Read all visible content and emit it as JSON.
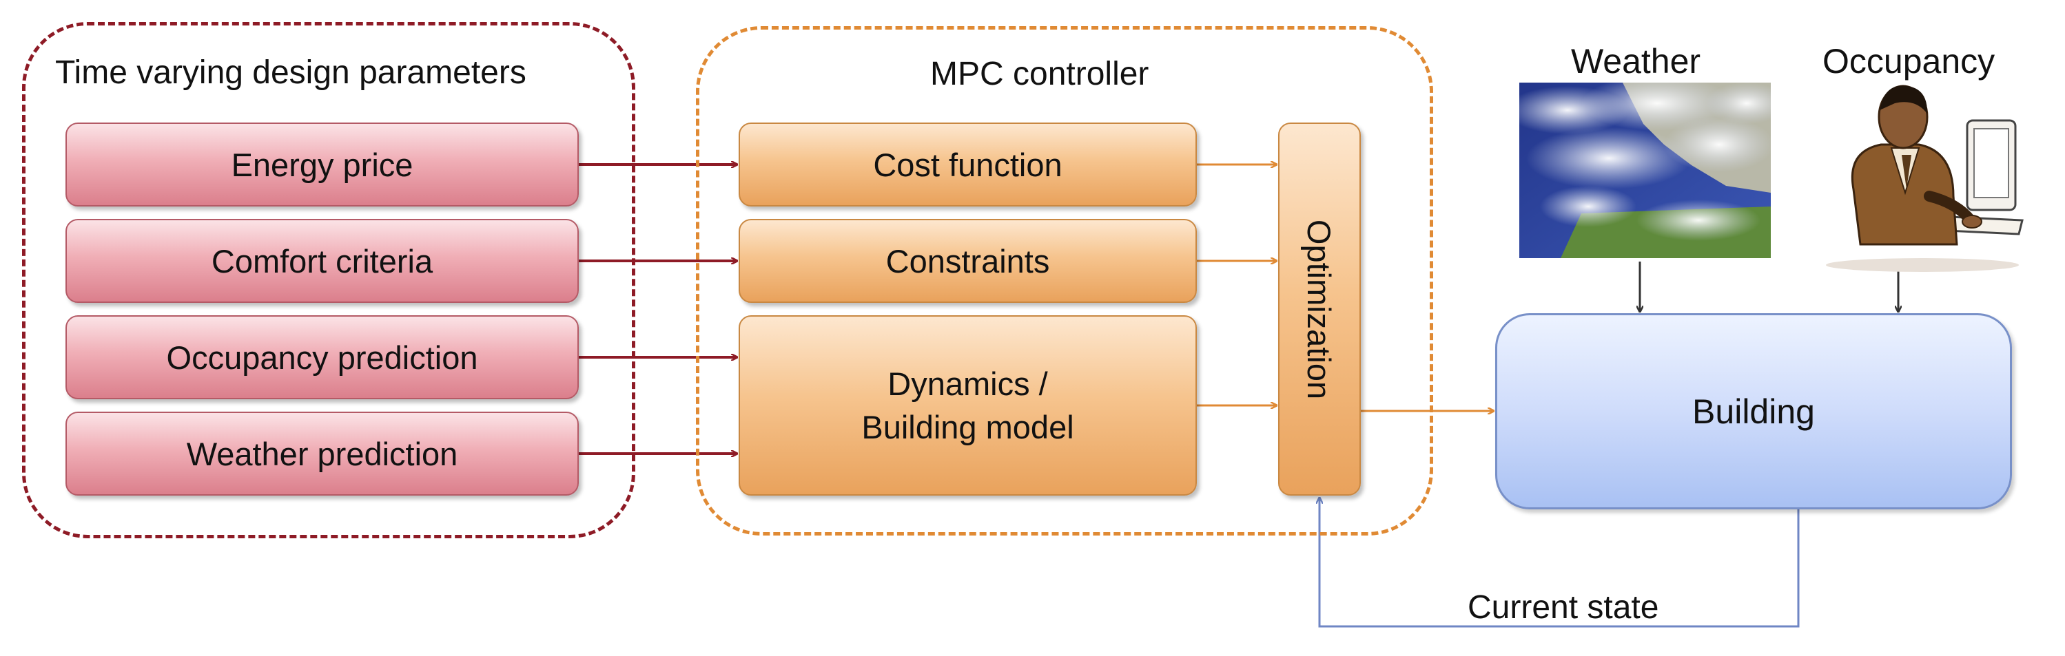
{
  "groups": {
    "left_title": "Time varying design parameters",
    "mpc_title": "MPC controller"
  },
  "parameters": {
    "energy_price": "Energy price",
    "comfort_criteria": "Comfort criteria",
    "occupancy_prediction": "Occupancy prediction",
    "weather_prediction": "Weather prediction"
  },
  "mpc": {
    "cost_function": "Cost function",
    "constraints": "Constraints",
    "dynamics_line1": "Dynamics /",
    "dynamics_line2": "Building model",
    "optimization": "Optimization"
  },
  "plant": {
    "weather": "Weather",
    "occupancy": "Occupancy",
    "building": "Building",
    "current_state": "Current state"
  },
  "colors": {
    "param_border": "#8e1b26",
    "mpc_border": "#e08a34",
    "arrow_dark_red": "#8e1b26",
    "arrow_orange": "#e08a34",
    "feedback_blue": "#6f86c4",
    "building_fill": "#cfdcfb"
  }
}
